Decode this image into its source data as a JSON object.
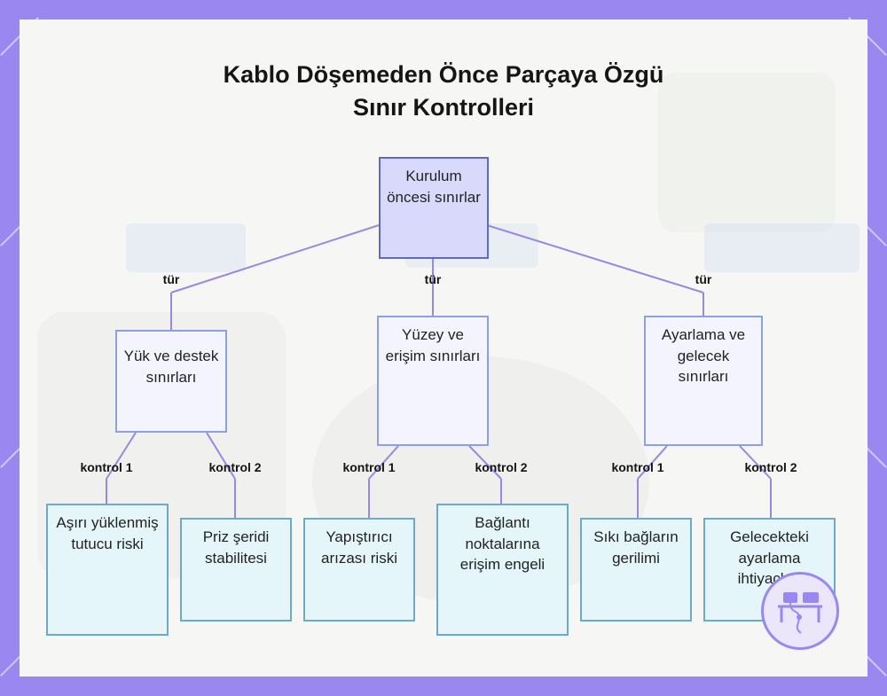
{
  "title": {
    "line1": "Kablo Döşemeden Önce Parçaya Özgü",
    "line2": "Sınır Kontrolleri"
  },
  "root": {
    "label": "Kurulum öncesi sınırlar"
  },
  "categories": [
    {
      "label": "Yük ve destek sınırları",
      "edge": "tür"
    },
    {
      "label": "Yüzey ve erişim sınırları",
      "edge": "tür"
    },
    {
      "label": "Ayarlama ve gelecek sınırları",
      "edge": "tür"
    }
  ],
  "leaves": [
    {
      "label": "Aşırı yüklenmiş tutucu riski",
      "edge": "kontrol 1"
    },
    {
      "label": "Priz şeridi stabilitesi",
      "edge": "kontrol 2"
    },
    {
      "label": "Yapıştırıcı arızası riski",
      "edge": "kontrol 1"
    },
    {
      "label": "Bağlantı noktalarına erişim engeli",
      "edge": "kontrol 2"
    },
    {
      "label": "Sıkı bağların gerilimi",
      "edge": "kontrol 1"
    },
    {
      "label": "Gelecekteki ayarlama ihtiyaçları",
      "edge": "kontrol 2"
    }
  ],
  "colors": {
    "border": "#9b87f0",
    "root_fill": "#d9dafb",
    "category_fill": "#f3f4fd",
    "leaf_fill": "#e5f6fb",
    "connector": "#9b87e0"
  },
  "logo": {
    "icon": "desk-cable-icon"
  }
}
